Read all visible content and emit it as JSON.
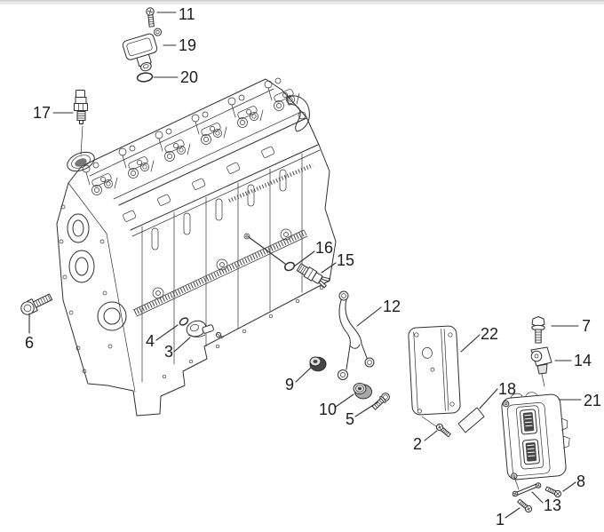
{
  "callouts": {
    "c1": {
      "label": "1"
    },
    "c2": {
      "label": "2"
    },
    "c3": {
      "label": "3"
    },
    "c4": {
      "label": "4"
    },
    "c5": {
      "label": "5"
    },
    "c6": {
      "label": "6"
    },
    "c7": {
      "label": "7"
    },
    "c8": {
      "label": "8"
    },
    "c9": {
      "label": "9"
    },
    "c10": {
      "label": "10"
    },
    "c11": {
      "label": "11"
    },
    "c12": {
      "label": "12"
    },
    "c13": {
      "label": "13"
    },
    "c14": {
      "label": "14"
    },
    "c15": {
      "label": "15"
    },
    "c16": {
      "label": "16"
    },
    "c17": {
      "label": "17"
    },
    "c18": {
      "label": "18"
    },
    "c19": {
      "label": "19"
    },
    "c20": {
      "label": "20"
    },
    "c21": {
      "label": "21"
    },
    "c22": {
      "label": "22"
    }
  },
  "colors": {
    "background": "#ffffff",
    "top_bar": "#e8e8e8",
    "top_bar_border": "#cfcfcf",
    "line": "#2f2f2f",
    "label_text": "#1c1c1c",
    "shade_dark": "#474747",
    "shade_mid": "#a8a8a8",
    "shade_light": "#e2e2e2"
  }
}
